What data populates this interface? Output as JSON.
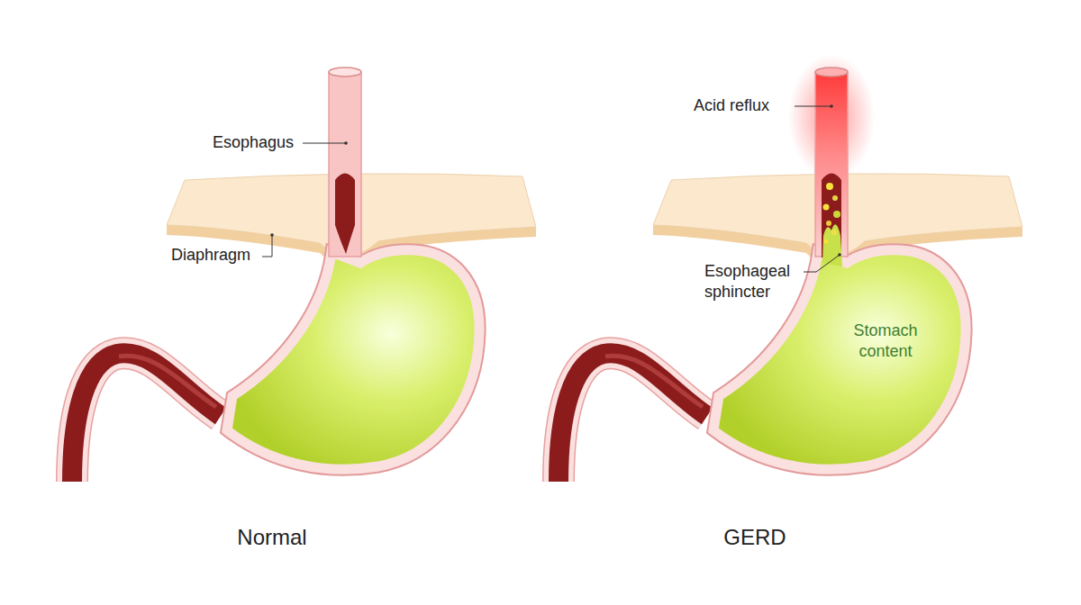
{
  "diagram": {
    "labels": [
      "Esophagus",
      "Diaphragm",
      "Normal",
      "Acid reflux",
      "Esophageal sphincter",
      "Stomach content",
      "GERD"
    ]
  }
}
